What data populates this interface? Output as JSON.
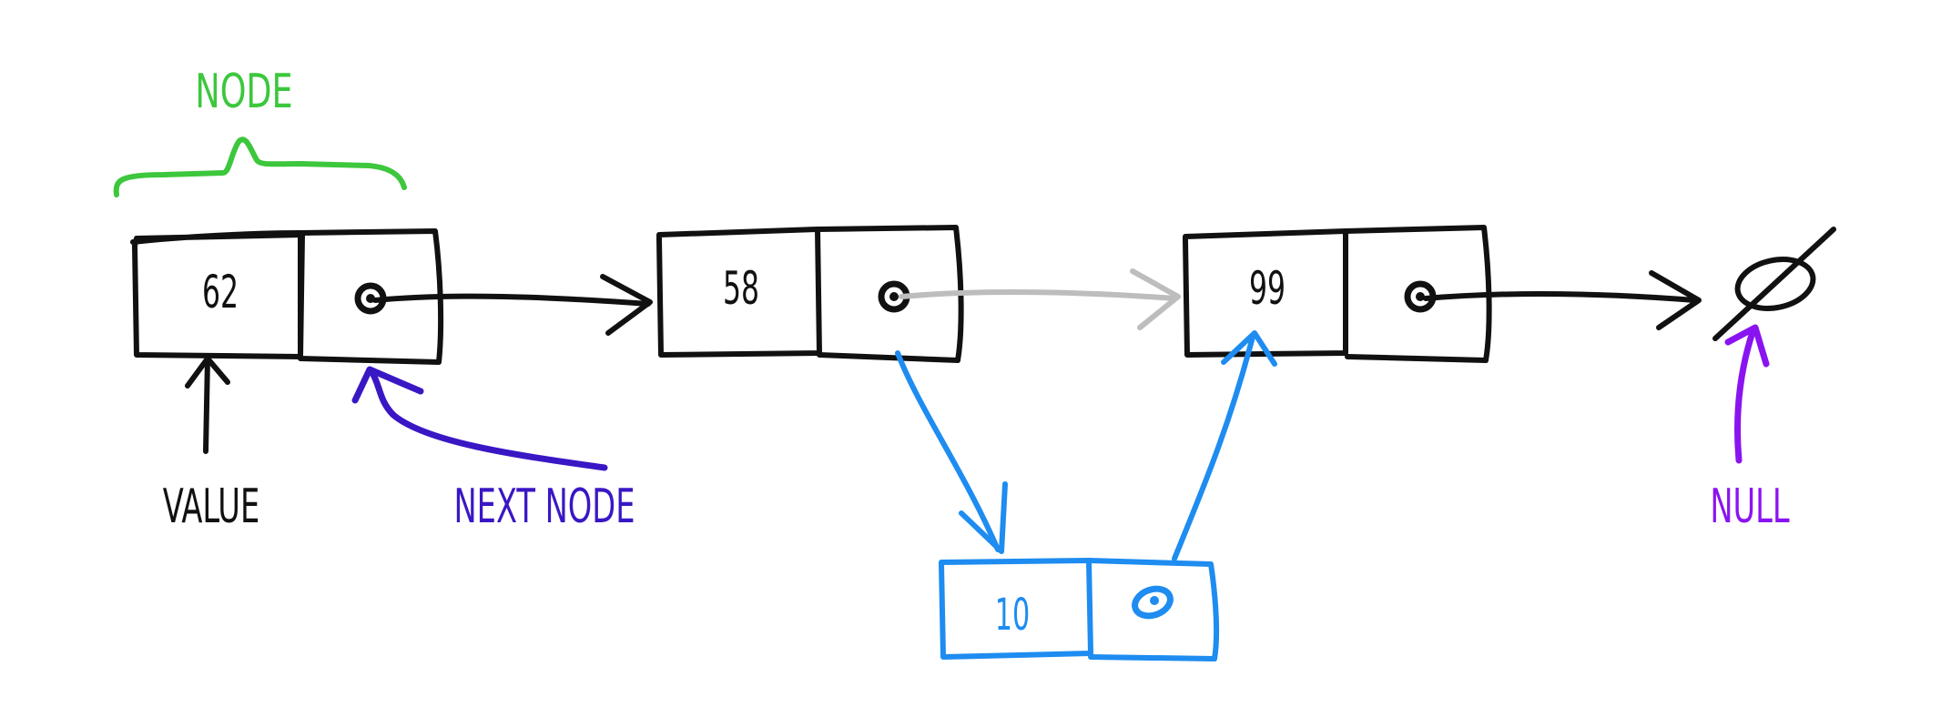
{
  "labels": {
    "node": "NODE",
    "value": "VALUE",
    "next_node": "NEXT NODE",
    "null": "NULL"
  },
  "nodes": [
    {
      "value": "62"
    },
    {
      "value": "58"
    },
    {
      "value": "99"
    },
    {
      "value": "10",
      "inserted": true
    }
  ],
  "colors": {
    "ink": "#111111",
    "node_label": "#3cc73c",
    "next_node_label": "#3a17c4",
    "null_label": "#8a14f0",
    "inserted": "#1e8cf0",
    "replaced_link": "#bdbdbd"
  }
}
